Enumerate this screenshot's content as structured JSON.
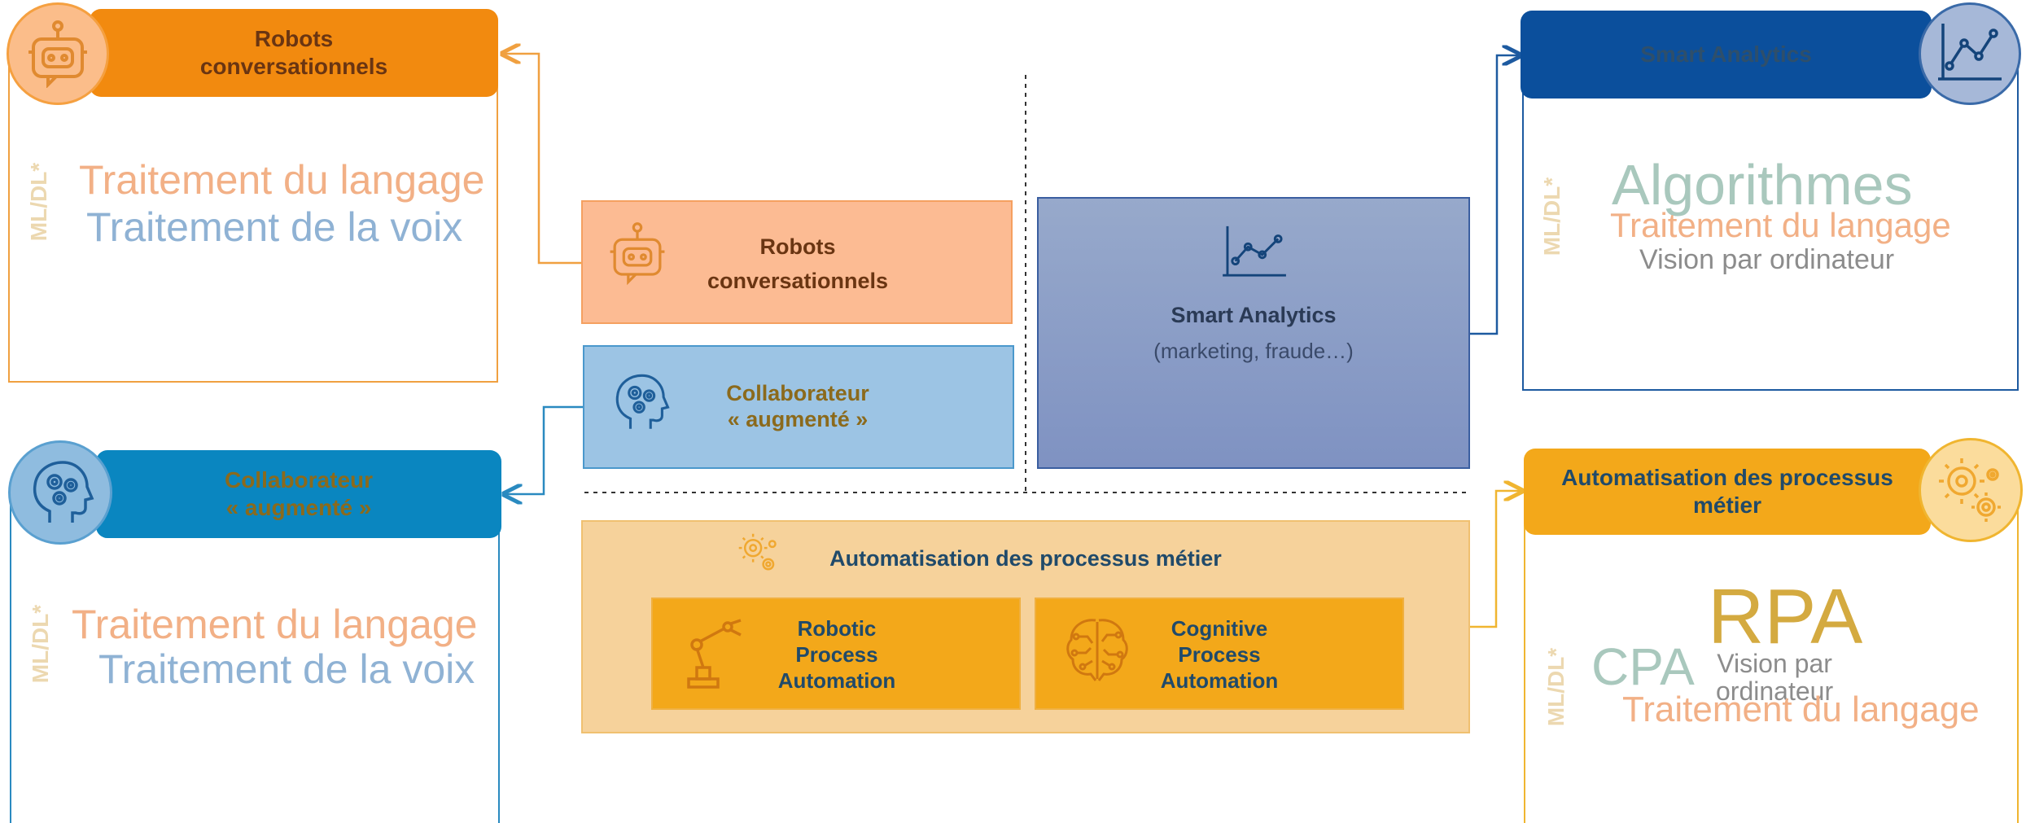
{
  "left_top": {
    "header": "Robots\nconversationnels",
    "side_label": "ML/DL*",
    "words": [
      "Traitement du langage",
      "Traitement de la voix"
    ]
  },
  "left_bottom": {
    "header": "Collaborateur\n« augmenté »",
    "side_label": "ML/DL*",
    "words": [
      "Traitement du langage",
      "Traitement de la voix"
    ]
  },
  "right_top": {
    "header": "Smart Analytics",
    "side_label": "ML/DL*",
    "words": [
      "Algorithmes",
      "Traitement du langage",
      "Vision par ordinateur"
    ]
  },
  "right_bottom": {
    "header": "Automatisation des processus\nmétier",
    "side_label": "ML/DL*",
    "words": [
      "RPA",
      "CPA",
      "Vision par\nordinateur",
      "Traitement du langage"
    ]
  },
  "center": {
    "robots": "Robots\nconversationnels",
    "collab": "Collaborateur\n« augmenté »",
    "smart_title": "Smart Analytics",
    "smart_sub": "(marketing, fraude…)",
    "auto_title": "Automatisation des processus métier",
    "rpa": "Robotic\nProcess\nAutomation",
    "cpa": "Cognitive\nProcess\nAutomation"
  },
  "icons": [
    "robot-icon",
    "head-gears-icon",
    "line-chart-icon",
    "gears-icon",
    "robot-arm-icon",
    "circuit-brain-icon"
  ],
  "colors": {
    "orange": "#f28a0f",
    "blue": "#0a86c0",
    "navy": "#0b4f9c",
    "gold": "#f3a81a",
    "word_peach": "#f2b086",
    "word_blue": "#8fb2d4",
    "word_teal": "#a9c8bd",
    "word_gold": "#d4aa40",
    "word_grey": "#8c8c8c"
  }
}
